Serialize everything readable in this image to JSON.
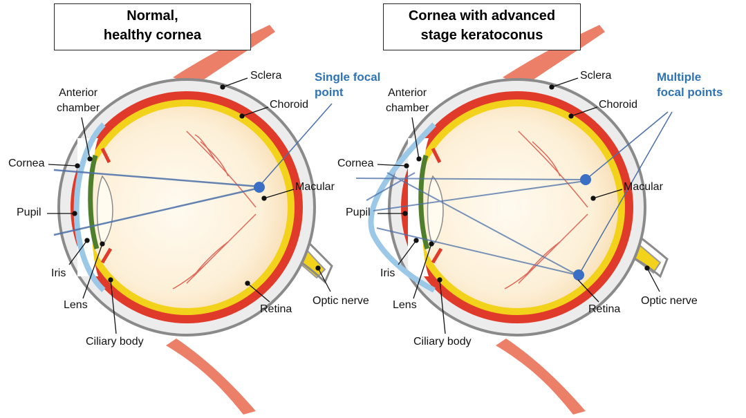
{
  "panels": [
    {
      "title_lines": [
        "Normal,",
        "healthy cornea"
      ],
      "labels": {
        "sclera": "Sclera",
        "anterior_chamber_lines": [
          "Anterior",
          "chamber"
        ],
        "choroid": "Choroid",
        "cornea": "Cornea",
        "macular": "Macular",
        "pupil": "Pupil",
        "iris": "Iris",
        "lens": "Lens",
        "retina": "Retina",
        "optic_nerve": "Optic nerve",
        "ciliary_body": "Ciliary body"
      },
      "focal_label_lines": [
        "Single  focal",
        "point"
      ]
    },
    {
      "title_lines": [
        "Cornea with advanced",
        "stage keratoconus"
      ],
      "labels": {
        "sclera": "Sclera",
        "anterior_chamber_lines": [
          "Anterior",
          "chamber"
        ],
        "choroid": "Choroid",
        "cornea": "Cornea",
        "macular": "Macular",
        "pupil": "Pupil",
        "iris": "Iris",
        "lens": "Lens",
        "retina": "Retina",
        "optic_nerve": "Optic nerve",
        "ciliary_body": "Ciliary body"
      },
      "focal_label_lines": [
        "Multiple",
        "focal points"
      ]
    }
  ],
  "colors": {
    "sclera": "#8a8a8a",
    "choroid": "#e03a2a",
    "retina": "#f2d21b",
    "vitreous": "#fbeedd",
    "iris": "#4f7f2c",
    "cornea": "#9cc8e8",
    "light_ray": "#4a6fa8",
    "focal_point": "#3b6fc6",
    "focal_text": "#2e74b5",
    "optic_nerve": "#f2d21b",
    "muscle": "#e8684c"
  }
}
